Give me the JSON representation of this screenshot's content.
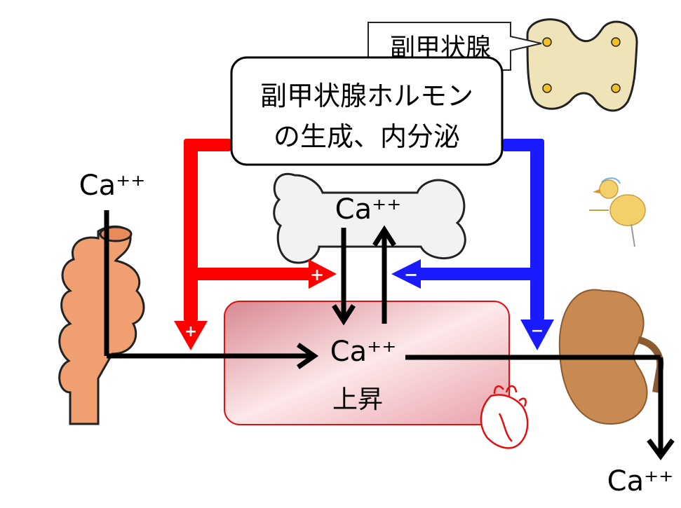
{
  "labels": {
    "parathyroid_gland": "副甲状腺",
    "hormone_line1": "副甲状腺ホルモン",
    "hormone_line2": "の生成、内分泌",
    "ca_intestine": "Ca⁺⁺",
    "ca_bone": "Ca⁺⁺",
    "ca_blood": "Ca⁺⁺",
    "ca_urine": "Ca⁺⁺",
    "rise": "上昇"
  },
  "signs": {
    "intestine_effect": "+",
    "bone_effect": "+",
    "bone_inhibit": "−",
    "kidney_effect": "−"
  },
  "colors": {
    "stimulate": "#ff0000",
    "inhibit": "#1a1aff",
    "flow": "#000000",
    "blood_box_fill": "#f3c4c8",
    "blood_box_stroke": "#e01010",
    "gland_fill": "#efe4b8",
    "intestine_fill": "#f0a070",
    "kidney_fill": "#c98a52",
    "bone_fill": "#f2f2f2"
  },
  "icons": {
    "parathyroid": "parathyroid-gland-icon",
    "intestine": "intestine-icon",
    "bone": "bone-icon",
    "kidney": "kidney-icon",
    "heart": "heart-icon",
    "chick": "chick-icon"
  }
}
